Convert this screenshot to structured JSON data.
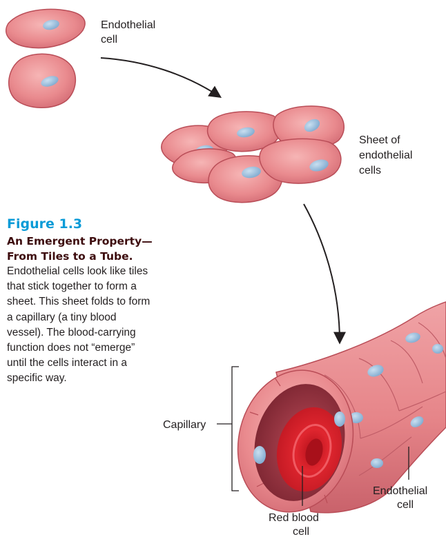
{
  "figure": {
    "number": "Figure 1.3",
    "title": "An Emergent Property—From Tiles to a Tube.",
    "caption": "Endothelial cells look like tiles that stick together to form a sheet. This sheet folds to form a capillary (a tiny blood vessel). The blood-carrying function does not “emerge” until the cells interact in a specific way."
  },
  "labels": {
    "endothelial_cell_top": [
      "Endothelial",
      "cell"
    ],
    "sheet": [
      "Sheet of",
      "endothelial",
      "cells"
    ],
    "capillary": "Capillary",
    "red_blood_cell": [
      "Red blood",
      "cell"
    ],
    "endothelial_cell_bottom": [
      "Endothelial",
      "cell"
    ]
  },
  "colors": {
    "cell_fill": "#e7898c",
    "cell_edge": "#b94d57",
    "nucleus": "#8ab4d6",
    "red_blood_cell": "#d2232c",
    "title_blue": "#0a9bd7",
    "title_dark": "#3d0c0e"
  }
}
